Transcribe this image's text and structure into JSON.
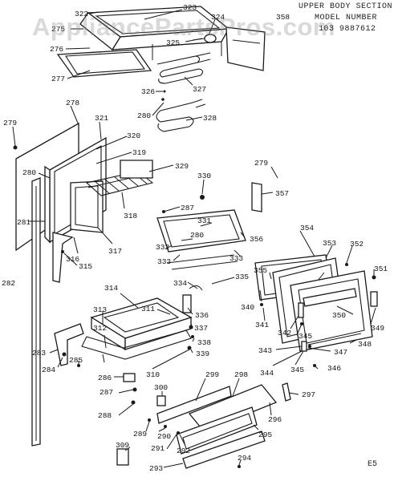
{
  "header": {
    "line1": "UPPER BODY SECTION",
    "line2": "MODEL NUMBER",
    "line3": "103 9887612"
  },
  "watermark": "AppliancePartsPros.com",
  "footer_code": "E5",
  "callouts": [
    "322",
    "323",
    "275",
    "324",
    "358",
    "325",
    "276",
    "277",
    "327",
    "326",
    "280",
    "328",
    "278",
    "321",
    "279",
    "320",
    "319",
    "329",
    "280",
    "279",
    "330",
    "357",
    "287",
    "331",
    "318",
    "280",
    "356",
    "354",
    "281",
    "332",
    "333",
    "317",
    "316",
    "315",
    "353",
    "352",
    "282",
    "333",
    "355",
    "334",
    "335",
    "351",
    "314",
    "340",
    "311",
    "336",
    "313",
    "341",
    "337",
    "342",
    "350",
    "345",
    "312",
    "338",
    "349",
    "283",
    "339",
    "343",
    "348",
    "284",
    "285",
    "347",
    "310",
    "344",
    "346",
    "345",
    "286",
    "299",
    "298",
    "287",
    "300",
    "297",
    "288",
    "296",
    "289",
    "290",
    "295",
    "292",
    "291",
    "309",
    "293",
    "294"
  ]
}
